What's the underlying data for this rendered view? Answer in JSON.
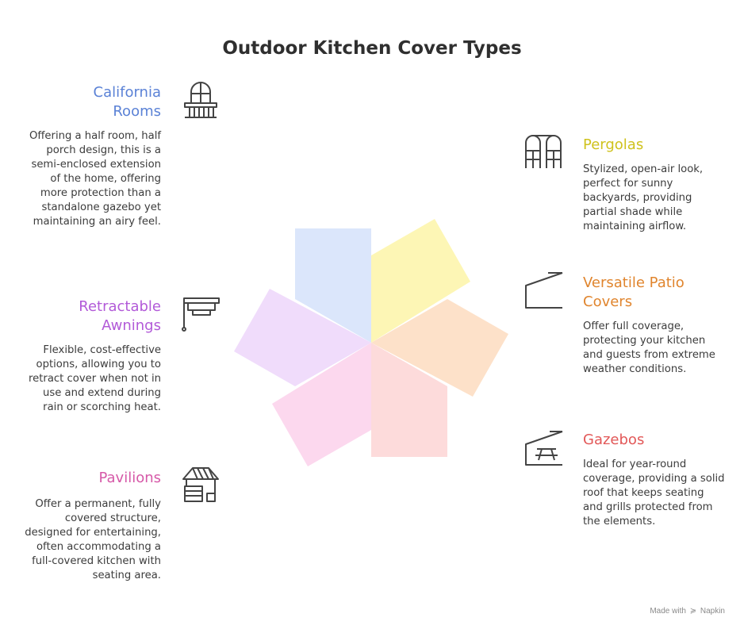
{
  "title": "Outdoor Kitchen Cover Types",
  "items": [
    {
      "heading": "California Rooms",
      "description": "Offering a half room, half porch design, this is a semi-enclosed extension of the home, offering more protection than a standalone gazebo yet maintaining an airy feel.",
      "icon": "arched-window-balcony-icon",
      "color": "#5b82d6",
      "fill": "#dbe6fb"
    },
    {
      "heading": "Pergolas",
      "description": "Stylized, open-air look, perfect for sunny backyards, providing partial shade while maintaining airflow.",
      "icon": "pergola-icon",
      "color": "#cfc21c",
      "fill": "#fdf6b5"
    },
    {
      "heading": "Versatile Patio Covers",
      "description": "Offer full coverage, protecting your kitchen and guests from extreme weather conditions.",
      "icon": "patio-cover-icon",
      "color": "#e0852e",
      "fill": "#fde1c9"
    },
    {
      "heading": "Gazebos",
      "description": "Ideal for year-round coverage, providing a solid roof that keeps seating and grills protected from the elements.",
      "icon": "gazebo-picnic-table-icon",
      "color": "#e25858",
      "fill": "#fddbdb"
    },
    {
      "heading": "Pavilions",
      "description": "Offer a permanent, fully covered structure, designed for entertaining, often accommodating a full-covered kitchen with seating area.",
      "icon": "pavilion-icon",
      "color": "#d659a8",
      "fill": "#fcd8ee"
    },
    {
      "heading": "Retractable Awnings",
      "description": "Flexible, cost-effective options, allowing you to retract cover when not in use and extend during rain or scorching heat.",
      "icon": "awning-icon",
      "color": "#b25ad8",
      "fill": "#f0dcfb"
    }
  ],
  "footer": {
    "made_with": "Made with",
    "brand": "Napkin"
  }
}
